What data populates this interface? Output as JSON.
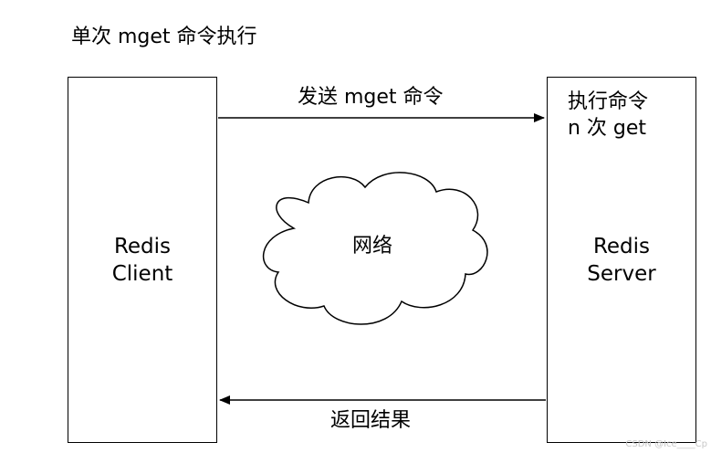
{
  "title": "单次 mget 命令执行",
  "client": {
    "line1": "Redis",
    "line2": "Client"
  },
  "server": {
    "line1": "Redis",
    "line2": "Server",
    "note_line1": "执行命令",
    "note_line2": "n 次 get"
  },
  "arrows": {
    "send_label": "发送 mget 命令",
    "return_label": "返回结果"
  },
  "network": {
    "label": "网络"
  },
  "watermark": "CSDN @Ice____Cp",
  "colors": {
    "stroke": "#000000",
    "background": "#ffffff",
    "watermark": "#c8c8c8"
  }
}
